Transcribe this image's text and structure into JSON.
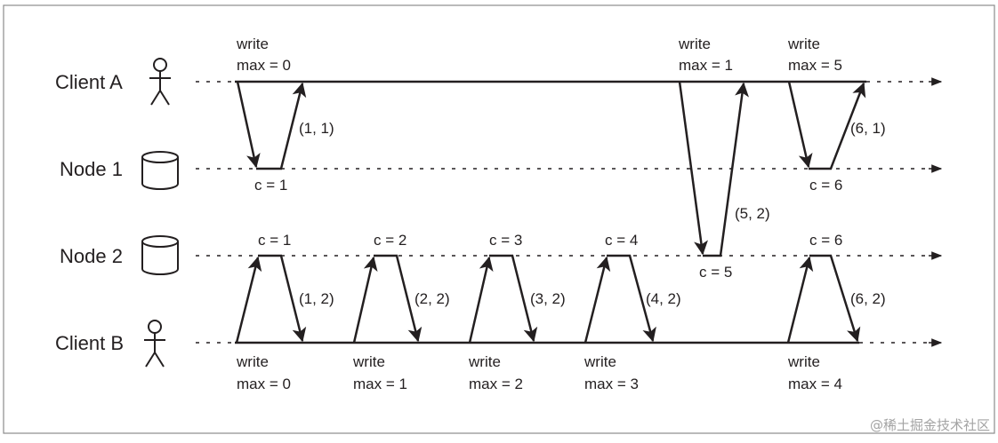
{
  "lanes": {
    "client_a": "Client A",
    "node_1": "Node 1",
    "node_2": "Node 2",
    "client_b": "Client B"
  },
  "labels": {
    "a_w1": "write",
    "a_w1_max": "max = 0",
    "a_w2": "write",
    "a_w2_max": "max = 1",
    "a_w3": "write",
    "a_w3_max": "max = 5",
    "n1_c1": "c = 1",
    "n1_c6": "c = 6",
    "resp_a1": "(1, 1)",
    "resp_a2": "(5, 2)",
    "resp_a3": "(6, 1)",
    "n2_c1": "c = 1",
    "n2_c2": "c = 2",
    "n2_c3": "c = 3",
    "n2_c4": "c = 4",
    "n2_c5": "c = 5",
    "n2_c6": "c = 6",
    "resp_b1": "(1, 2)",
    "resp_b2": "(2, 2)",
    "resp_b3": "(3, 2)",
    "resp_b4": "(4, 2)",
    "resp_b5": "(6, 2)",
    "b_w1": "write",
    "b_w1_max": "max = 0",
    "b_w2": "write",
    "b_w2_max": "max = 1",
    "b_w3": "write",
    "b_w3_max": "max = 2",
    "b_w4": "write",
    "b_w4_max": "max = 3",
    "b_w5": "write",
    "b_w5_max": "max = 4"
  },
  "watermark": "@稀土掘金技术社区",
  "colors": {
    "ink": "#231f20",
    "frame": "#8c8c8c",
    "watermark": "#a3a3a3"
  },
  "icons": [
    "person-icon",
    "database-icon"
  ]
}
